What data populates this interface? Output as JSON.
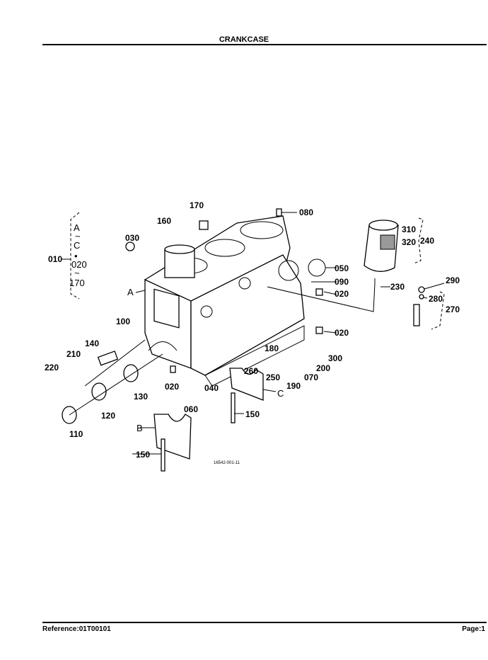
{
  "header": {
    "title": "CRANKCASE"
  },
  "footer": {
    "reference": "Reference:01T00101",
    "page": "Page:1"
  },
  "diagram": {
    "figure_code": "16542-001-11",
    "group_note": {
      "label": "010",
      "line1": "A",
      "tilde1": "~",
      "line2": "C",
      "dot": "•",
      "line3": "020",
      "tilde2": "~",
      "line4": "170"
    },
    "view_letters": {
      "a": "A",
      "b": "B",
      "c": "C"
    },
    "callouts": [
      "170",
      "160",
      "030",
      "080",
      "310",
      "320",
      "240",
      "050",
      "090",
      "020",
      "230",
      "290",
      "280",
      "270",
      "020",
      "300",
      "200",
      "070",
      "190",
      "250",
      "260",
      "180",
      "100",
      "140",
      "210",
      "220",
      "020",
      "040",
      "060",
      "130",
      "120",
      "110",
      "150",
      "150"
    ]
  }
}
